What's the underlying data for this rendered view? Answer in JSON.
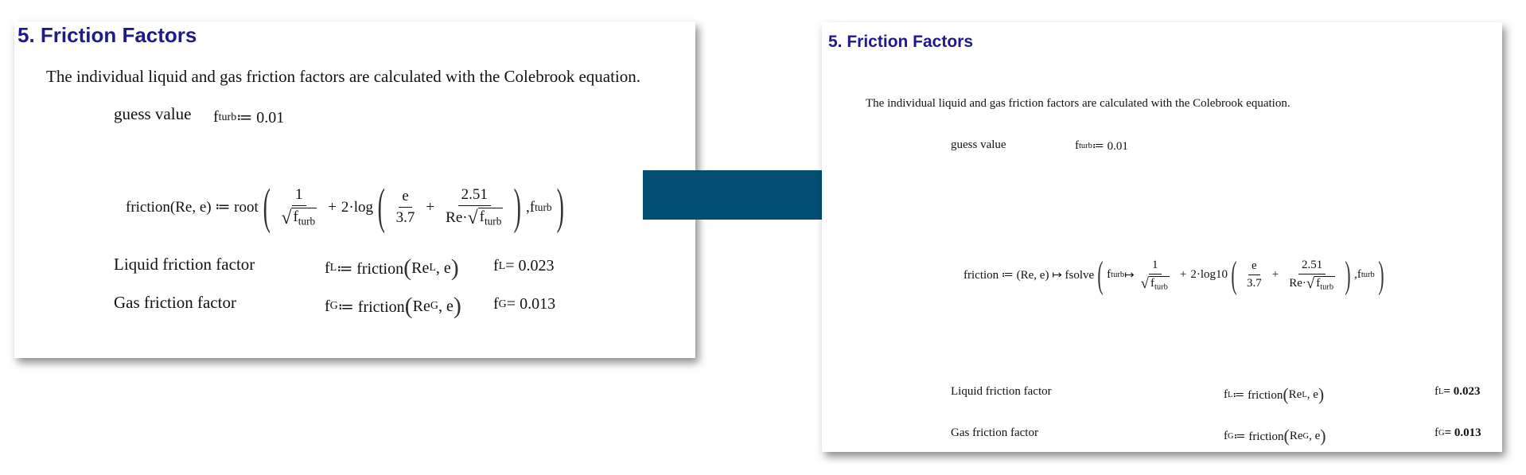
{
  "left": {
    "heading": "5.  Friction Factors",
    "intro": "The individual liquid and gas friction factors are calculated with the Colebrook equation.",
    "guess_label": "guess value",
    "guess_expr": "f",
    "guess_sub": "turb",
    "guess_assign": " ≔ 0.01",
    "func_lhs": "friction(Re, e) ≔ root",
    "one": "1",
    "f": "f",
    "turb": "turb",
    "plus": "+",
    "two_log": "2·log",
    "e": "e",
    "three7": "3.7",
    "two51": "2.51",
    "re_dot": "Re·",
    "comma_f": ",f",
    "liquid_label": "Liquid friction factor",
    "gas_label": "Gas friction factor",
    "fL_def_pre": "f",
    "L": "L",
    "G": "G",
    "assign_friction": " ≔ friction",
    "re": "Re",
    "comma_e": ", e",
    "eq_L": " = 0.023",
    "eq_G": " = 0.013"
  },
  "right": {
    "heading": "5. Friction Factors",
    "intro": "The individual liquid and gas friction factors are calculated with the Colebrook equation.",
    "guess_label": "guess value",
    "guess_assign": " ≔ 0.01",
    "func_lhs": "friction ≔ (Re, e) ↦ fsolve",
    "maps": " ↦ ",
    "two_log10": "2·log10",
    "comma": ", ",
    "liquid_label": "Liquid friction factor",
    "gas_label": "Gas friction factor",
    "eq_L": " =  0.023",
    "eq_G": " =  0.013"
  },
  "colors": {
    "heading": "#1e1a8c",
    "arrow": "#004f73"
  }
}
